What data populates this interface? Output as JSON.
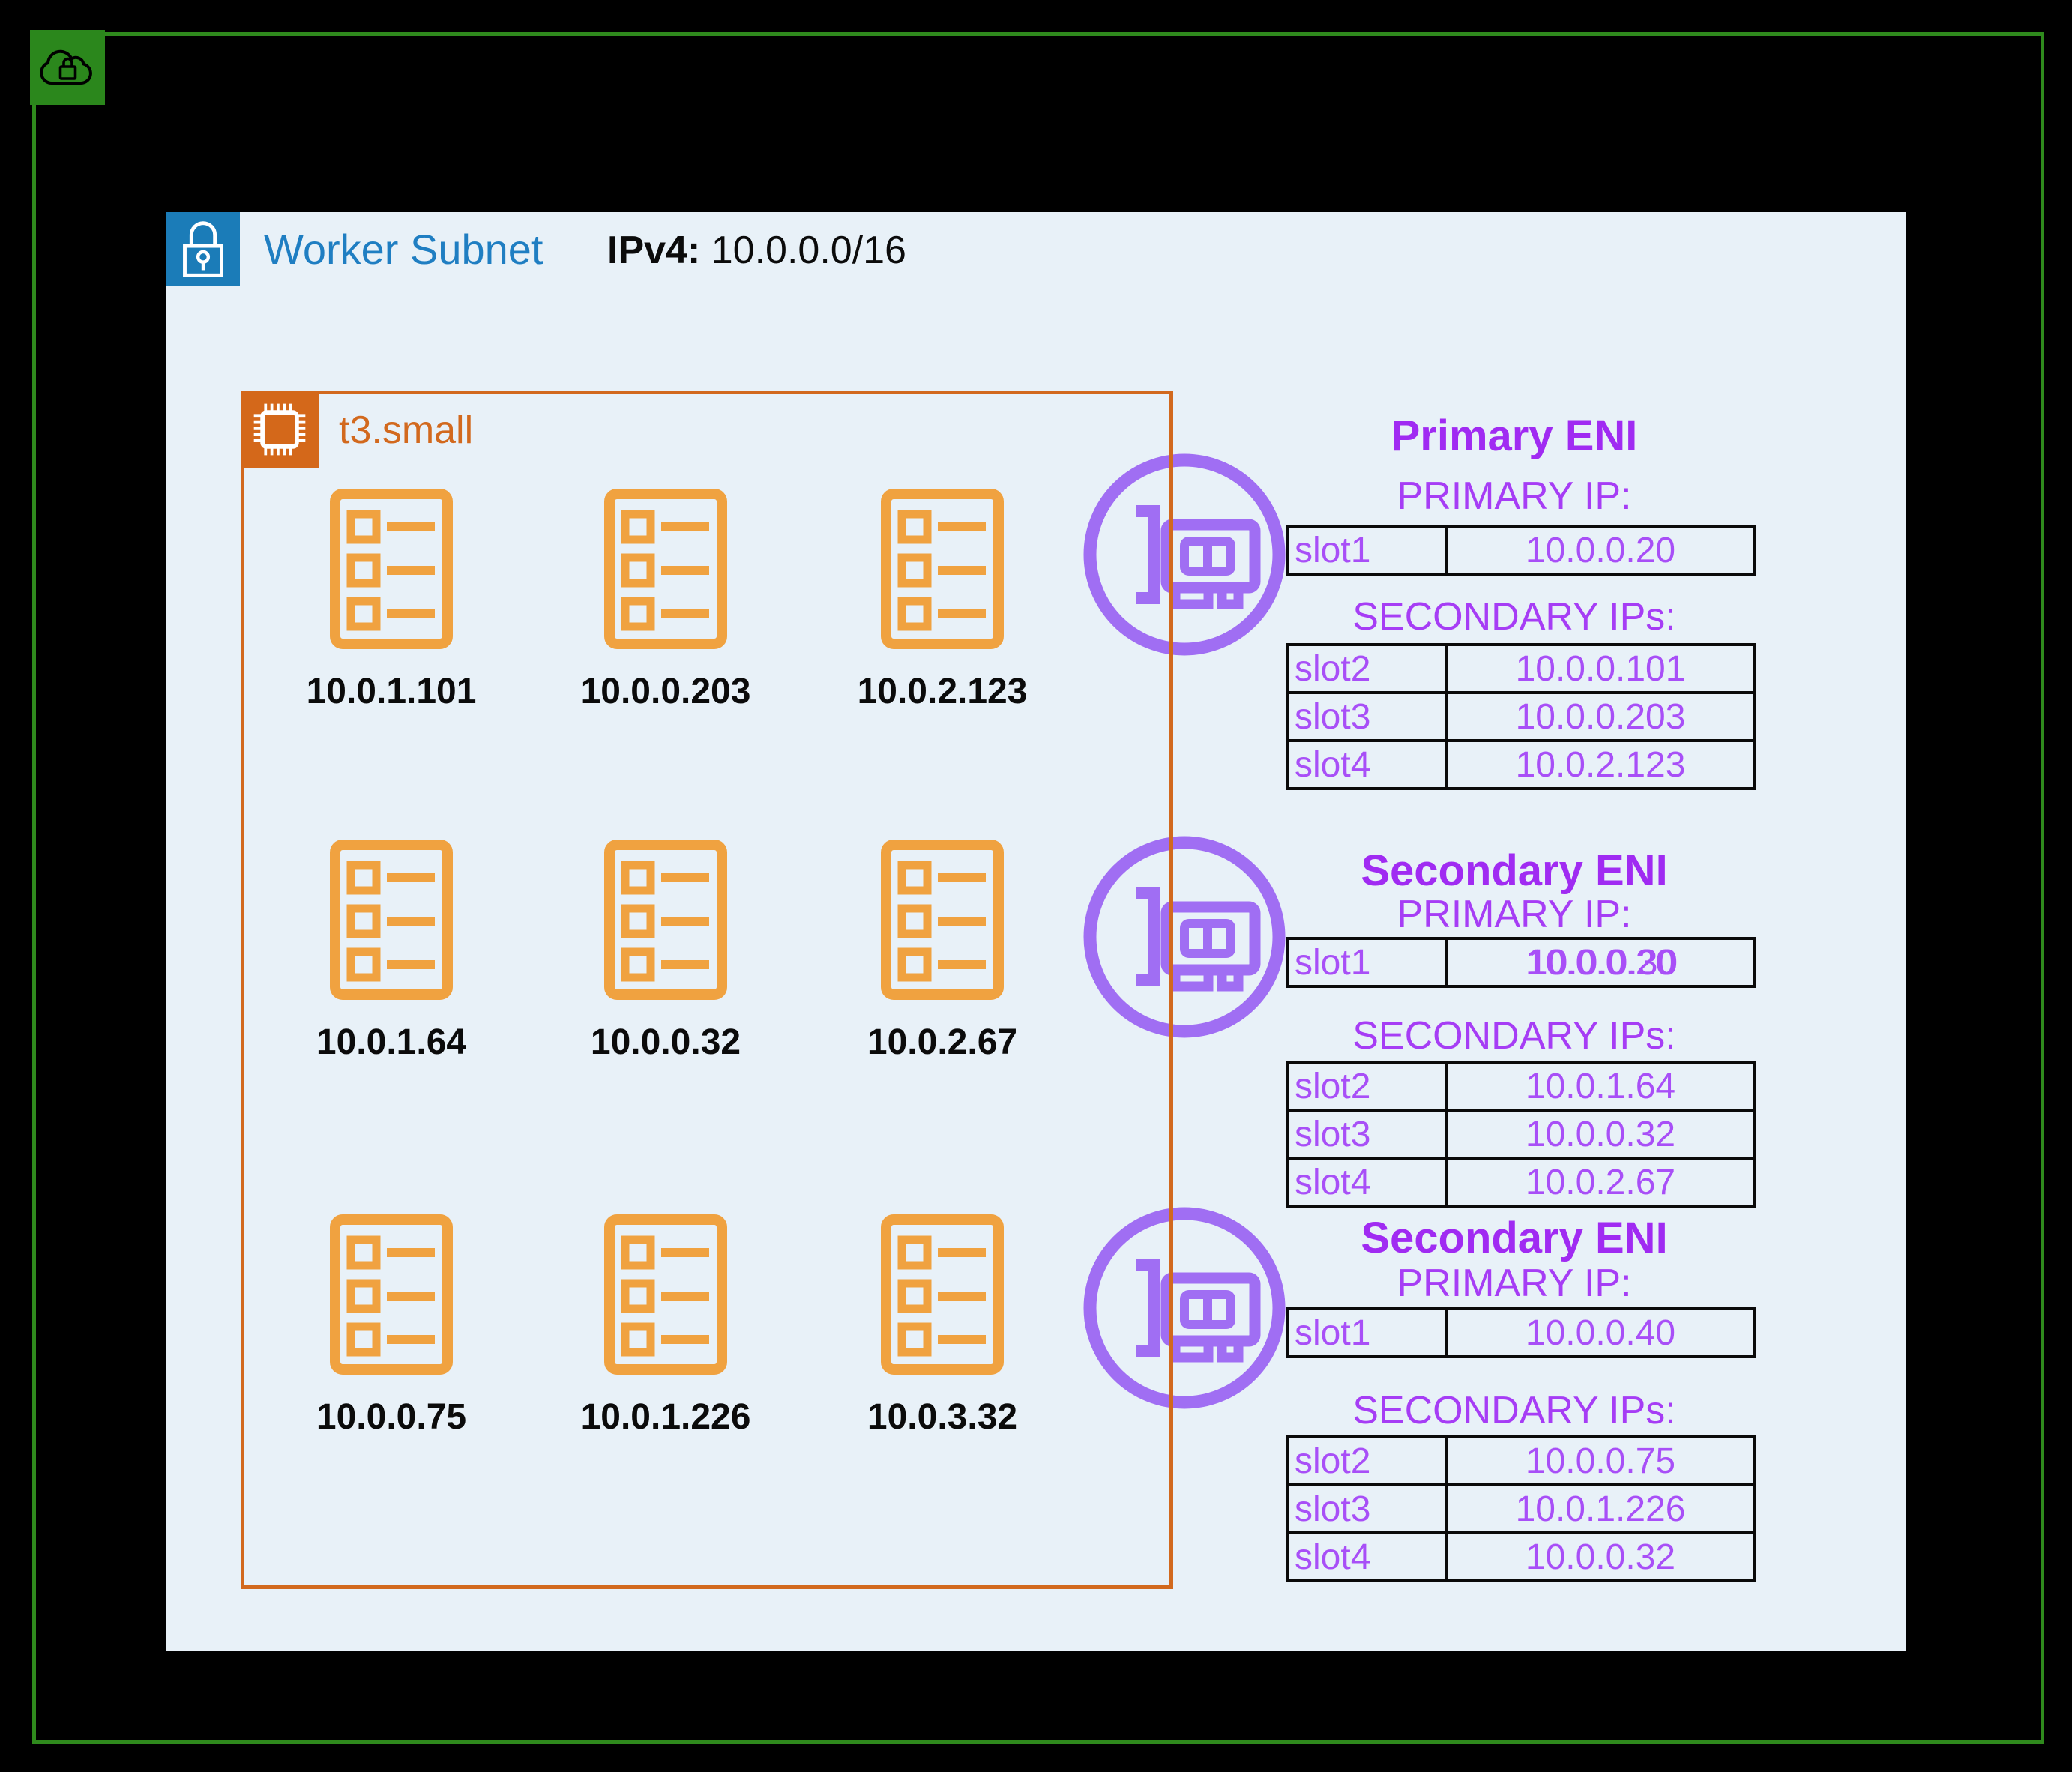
{
  "colors": {
    "frame_green": "#2F8A1D",
    "badge_green": "#2B871C",
    "subnet_fill": "#E8F1F8",
    "subnet_blue": "#1B7CB8",
    "title_blue": "#1F7EC2",
    "instance_orange": "#D2691E",
    "pod_orange": "#F0A240",
    "eni_purple_icon": "#A06EF3",
    "eni_purple_text": "#A63DF5",
    "table_border": "#0a0a0a",
    "background": "#000000"
  },
  "icons": {
    "cloud_badge": "vpc-cloud-lock-icon",
    "subnet_badge": "private-subnet-lock-icon",
    "instance_badge": "ec2-chip-icon",
    "pod": "pod-list-icon",
    "eni": "network-card-icon"
  },
  "subnet": {
    "title": "Worker Subnet",
    "cidr_label": "IPv4:",
    "cidr_value": "10.0.0.0/16"
  },
  "instance": {
    "type_label": "t3.small"
  },
  "pods": [
    "10.0.1.101",
    "10.0.0.203",
    "10.0.2.123",
    "10.0.1.64",
    "10.0.0.32",
    "10.0.2.67",
    "10.0.0.75",
    "10.0.1.226",
    "10.0.3.32"
  ],
  "eni_groups": [
    {
      "title": "Primary ENI",
      "primary_label": "PRIMARY IP:",
      "secondary_label": "SECONDARY IPs:",
      "primary": {
        "slot": "slot1",
        "ip": "10.0.0.20"
      },
      "secondary": [
        {
          "slot": "slot2",
          "ip": "10.0.0.101"
        },
        {
          "slot": "slot3",
          "ip": "10.0.0.203"
        },
        {
          "slot": "slot4",
          "ip": "10.0.2.123"
        }
      ]
    },
    {
      "title": "Secondary ENI",
      "primary_label": "PRIMARY IP:",
      "secondary_label": "SECONDARY IPs:",
      "primary": {
        "slot": "slot1",
        "ip": "10.0.0.20",
        "ip_overlay": "10.0.0.30"
      },
      "secondary": [
        {
          "slot": "slot2",
          "ip": "10.0.1.64"
        },
        {
          "slot": "slot3",
          "ip": "10.0.0.32"
        },
        {
          "slot": "slot4",
          "ip": "10.0.2.67"
        }
      ]
    },
    {
      "title": "Secondary ENI",
      "primary_label": "PRIMARY IP:",
      "secondary_label": "SECONDARY IPs:",
      "primary": {
        "slot": "slot1",
        "ip": "10.0.0.40"
      },
      "secondary": [
        {
          "slot": "slot2",
          "ip": "10.0.0.75"
        },
        {
          "slot": "slot3",
          "ip": "10.0.1.226"
        },
        {
          "slot": "slot4",
          "ip": "10.0.0.32"
        }
      ]
    }
  ]
}
